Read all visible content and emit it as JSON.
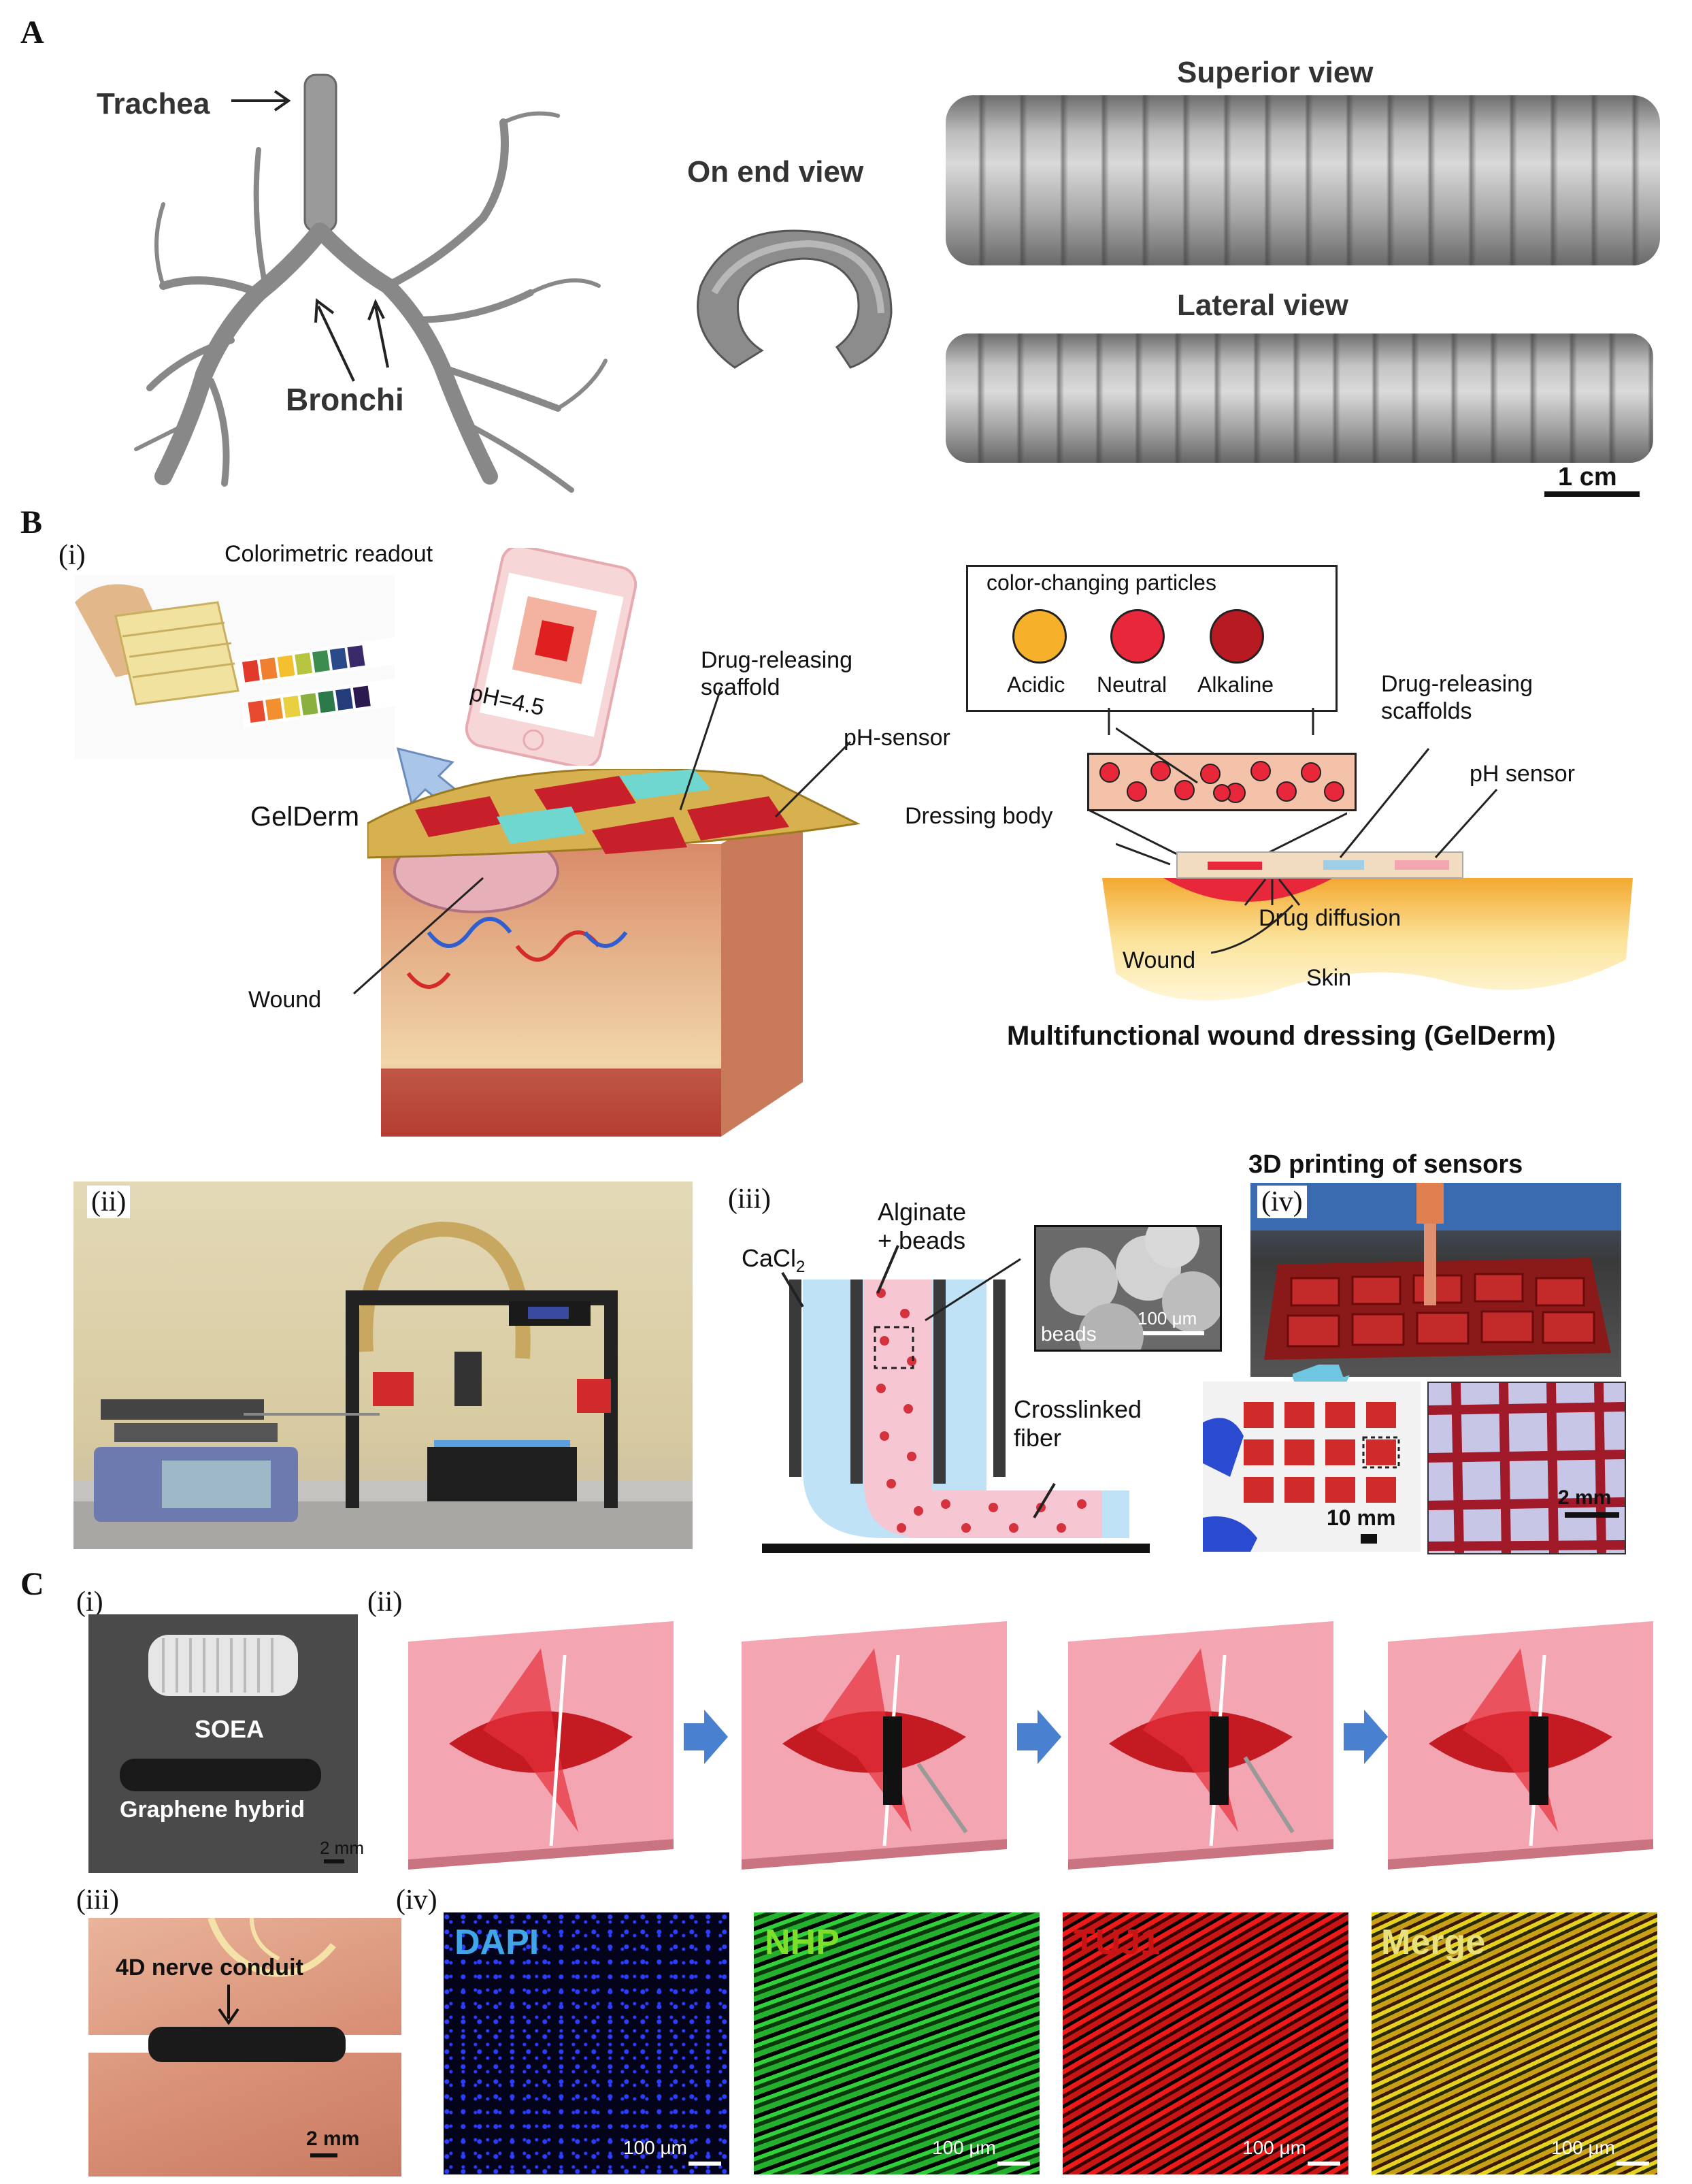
{
  "panelA": {
    "letter": "A",
    "trachea": "Trachea",
    "bronchi": "Bronchi",
    "on_end_view": "On end view",
    "superior_view": "Superior view",
    "lateral_view": "Lateral view",
    "scale": "1 cm"
  },
  "panelB": {
    "letter": "B",
    "sub_i": "(i)",
    "colorimetric_readout": "Colorimetric readout",
    "phone_text": "pH=4.5",
    "gelderm": "GelDerm",
    "drug_releasing_scaffold": "Drug-releasing scaffold",
    "ph_sensor_left": "pH-sensor",
    "wound_left": "Wound",
    "particles_title": "color-changing particles",
    "acidic": "Acidic",
    "neutral": "Neutral",
    "alkaline": "Alkaline",
    "drug_releasing_scaffolds": "Drug-releasing scaffolds",
    "ph_sensor_right": "pH sensor",
    "dressing_body": "Dressing body",
    "drug_diffusion": "Drug diffusion",
    "wound_right": "Wound",
    "skin": "Skin",
    "multifunctional_caption": "Multifunctional wound dressing (GelDerm)",
    "sub_ii": "(ii)",
    "sub_iii": "(iii)",
    "cacl2": "CaCl",
    "cacl2_sub": "2",
    "alginate_beads": "Alginate + beads",
    "beads": "beads",
    "scale_100um": "100 μm",
    "crosslinked_fiber": "Crosslinked fiber",
    "sensors_title": "3D printing of sensors",
    "sub_iv": "(iv)",
    "scale_10mm": "10 mm",
    "scale_2mm": "2 mm"
  },
  "panelC": {
    "letter": "C",
    "sub_i": "(i)",
    "sub_ii": "(ii)",
    "soea": "SOEA",
    "graphene_hybrid": "Graphene hybrid",
    "scale_2mm_a": "2 mm",
    "sub_iii": "(iii)",
    "nerve_conduit": "4D nerve conduit",
    "scale_2mm_b": "2 mm",
    "sub_iv": "(iv)",
    "dapi": "DAPI",
    "nhp": "NHP",
    "tuj1": "TUJ1",
    "merge": "Merge",
    "scale_100um": "100 μm"
  },
  "colors": {
    "sensor_red": "#c8202a",
    "scaffold_cyan": "#6fd6d0",
    "acidic": "#f6b02a",
    "neutral": "#e8283a",
    "alkaline": "#b81a22",
    "dapi_blue": "#2b3dff",
    "nhp_green": "#2fd03a",
    "tuj1_red": "#ee1a1a",
    "pink_block": "#f3a6b2"
  }
}
